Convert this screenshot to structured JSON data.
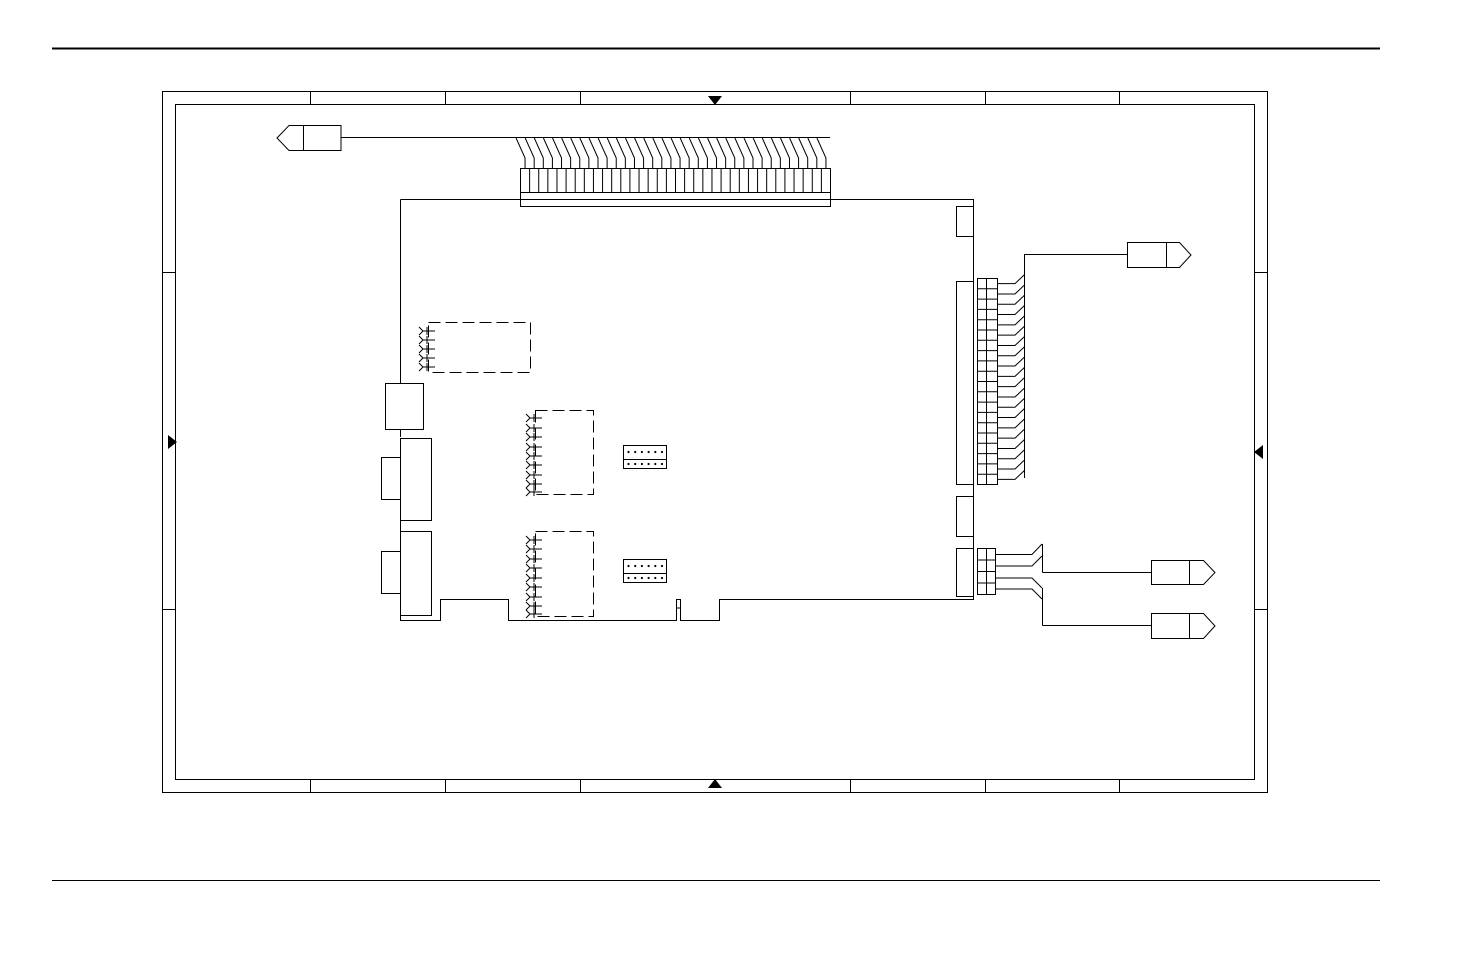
{
  "page": {
    "header_rule": true,
    "footer_rule": true
  },
  "diagram": {
    "title": "",
    "line_color": "#000000",
    "background_color": "#ffffff",
    "parts": [
      {
        "name": "drawing-frame",
        "kind": "border with zone ticks"
      },
      {
        "name": "circuit-board",
        "kind": "expansion card outline with edge connector"
      },
      {
        "name": "top-ribbon-connector",
        "kind": "ribbon cable header",
        "pins": 34
      },
      {
        "name": "right-ribbon-connector",
        "kind": "ribbon cable header",
        "pins": 20
      },
      {
        "name": "small-connector-4pin",
        "kind": "4-wire connector",
        "pins": 4
      },
      {
        "name": "cable-plug",
        "kind": "cable plug symbol",
        "count": 4
      },
      {
        "name": "dip-switch",
        "kind": "pin header block",
        "count": 2
      },
      {
        "name": "jumper-block",
        "kind": "dashed component outline",
        "count": 3
      },
      {
        "name": "d-sub-port",
        "kind": "bracket port",
        "count": 2
      }
    ]
  }
}
